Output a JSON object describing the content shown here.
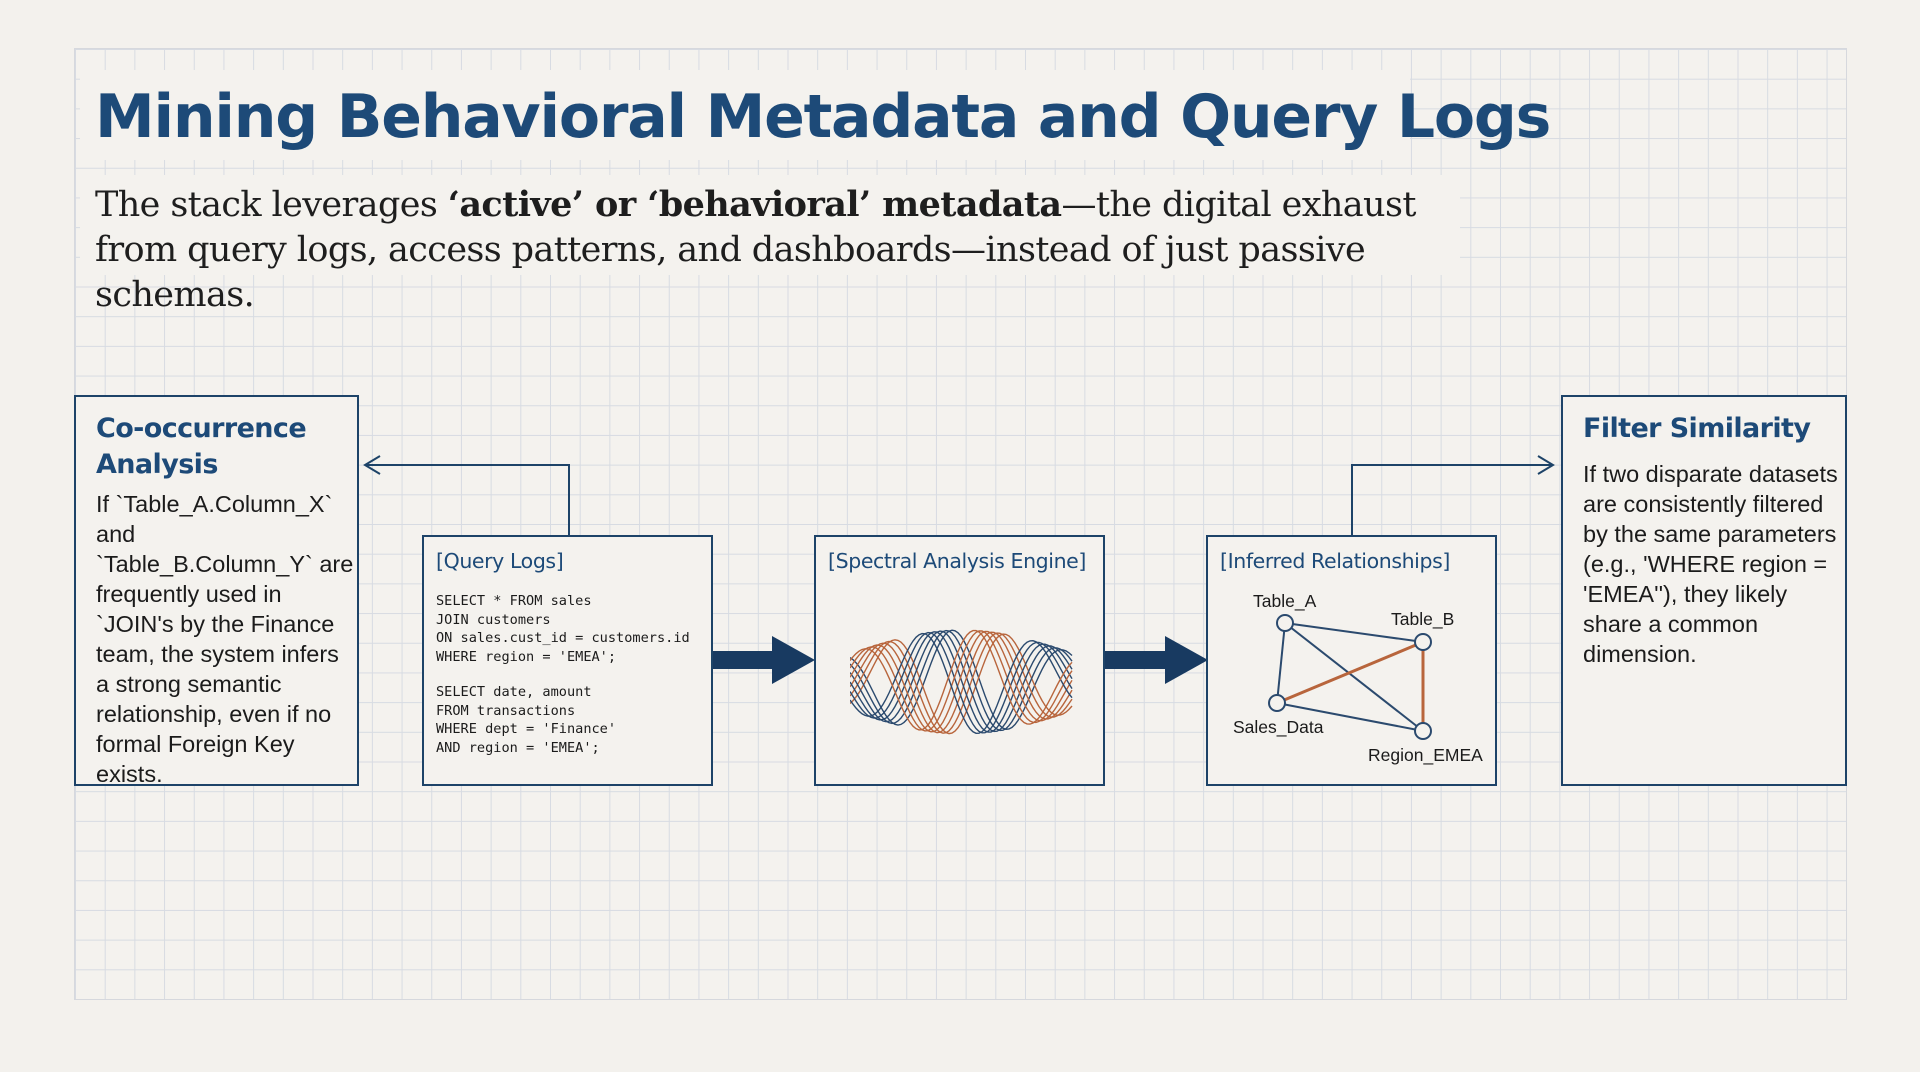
{
  "title": "Mining Behavioral Metadata and Query Logs",
  "subtitle": {
    "part1": "The stack leverages ",
    "bold": "‘active’ or ‘behavioral’ metadata",
    "part2": "—the digital exhaust from query logs, access patterns, and dashboards—instead of just passive schemas."
  },
  "left_panel": {
    "title": "Co-occurrence Analysis",
    "body": "If `Table_A.Column_X` and `Table_B.Column_Y` are frequently used in `JOIN's by the Finance team, the system infers a strong semantic relationship, even if no formal Foreign Key exists."
  },
  "query_logs": {
    "title": "[Query Logs]",
    "query1": "SELECT * FROM sales\nJOIN customers\nON sales.cust_id = customers.id\nWHERE region = 'EMEA';",
    "query2": "SELECT date, amount\nFROM transactions\nWHERE dept = 'Finance'\nAND region = 'EMEA';"
  },
  "spectral": {
    "title": "[Spectral Analysis Engine]",
    "colors": {
      "navy": "#2b4a6e",
      "copper": "#b8653c"
    }
  },
  "inferred": {
    "title": "[Inferred Relationships]",
    "nodes": [
      "Table_A",
      "Table_B",
      "Sales_Data",
      "Region_EMEA"
    ]
  },
  "right_panel": {
    "title": "Filter Similarity",
    "body": "If two disparate datasets are consistently filtered by the same parameters (e.g., 'WHERE region = 'EMEA''), they likely share a common dimension."
  },
  "colors": {
    "accent": "#1d4a78",
    "border": "#1d4368",
    "highlight_edge": "#b8653c",
    "background": "#f4f2ee",
    "grid": "#d7dbe2"
  }
}
